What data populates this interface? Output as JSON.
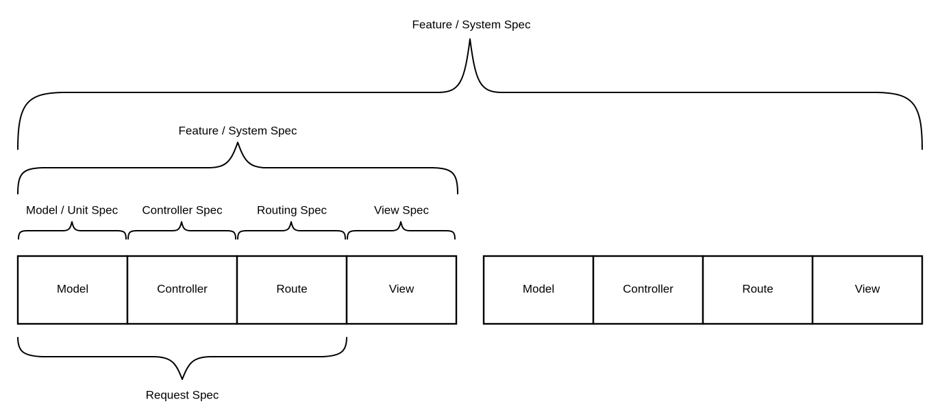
{
  "diagram": {
    "title": "Rails spec coverage layers diagram",
    "stroke_color": "#000000",
    "background_color": "#ffffff",
    "labels": {
      "top_brace": "Feature / System Spec",
      "mid_brace": "Feature / System Spec",
      "bottom_brace": "Request Spec"
    },
    "unit_braces": [
      {
        "label": "Model / Unit Spec"
      },
      {
        "label": "Controller Spec"
      },
      {
        "label": "Routing Spec"
      },
      {
        "label": "View Spec"
      }
    ],
    "tables": [
      {
        "name": "left-stack",
        "cells": [
          {
            "label": "Model"
          },
          {
            "label": "Controller"
          },
          {
            "label": "Route"
          },
          {
            "label": "View"
          }
        ]
      },
      {
        "name": "right-stack",
        "cells": [
          {
            "label": "Model"
          },
          {
            "label": "Controller"
          },
          {
            "label": "Route"
          },
          {
            "label": "View"
          }
        ]
      }
    ]
  }
}
